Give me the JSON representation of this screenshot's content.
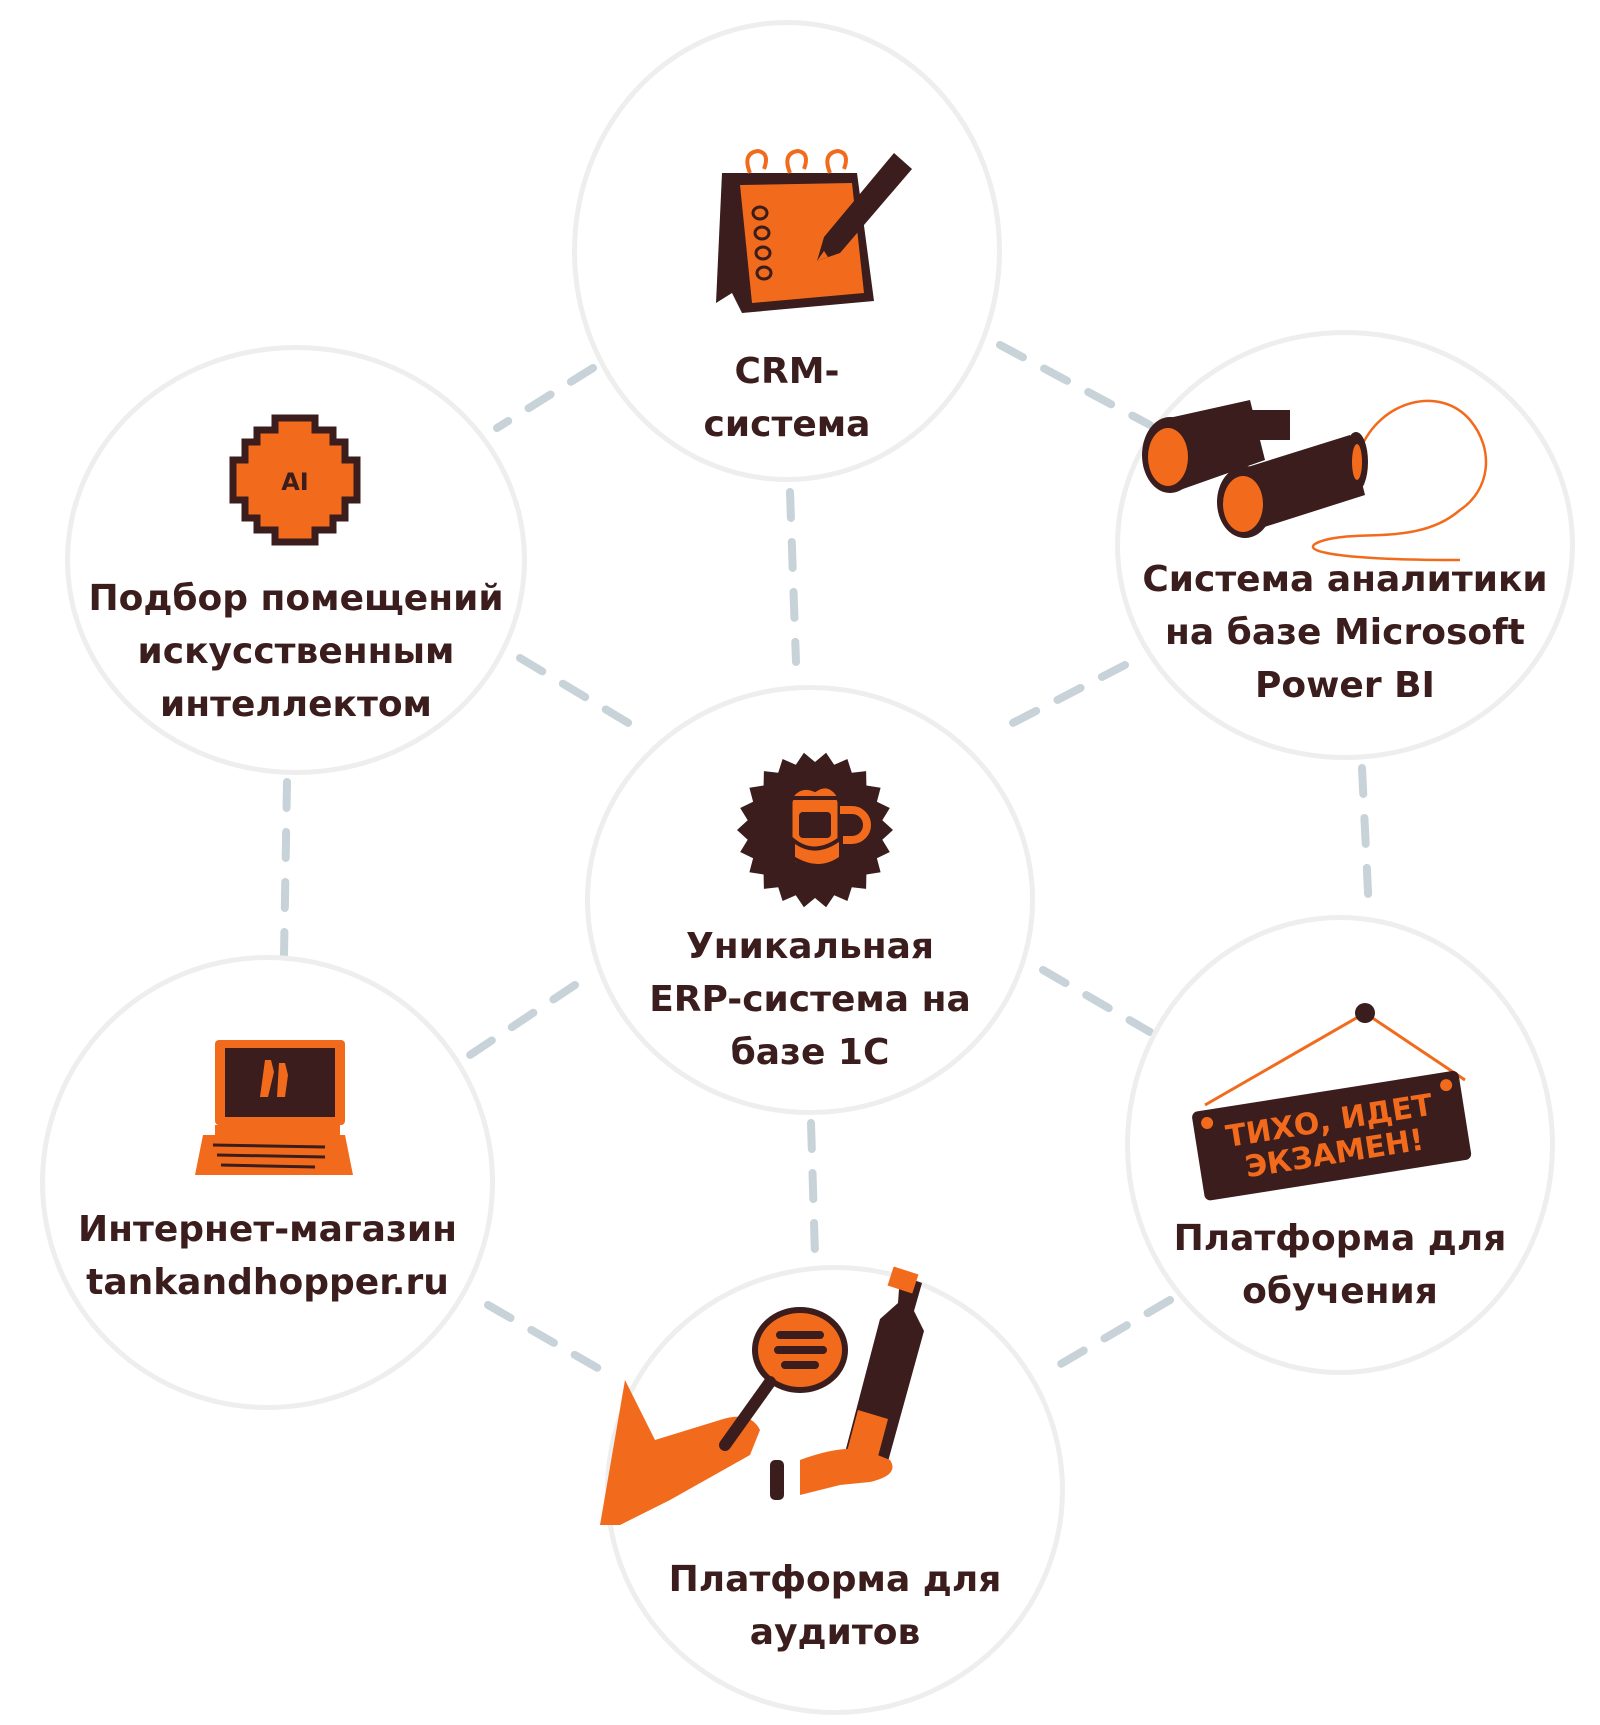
{
  "colors": {
    "accent": "#f26b1d",
    "dark": "#3a1d1c",
    "connector": "#c7d2d9",
    "circle_border": "#eeeeee",
    "background": "#ffffff"
  },
  "nodes": {
    "crm": {
      "icon": "notepad-with-pen-icon",
      "label_lines": [
        "CRM-",
        "система"
      ]
    },
    "ai": {
      "icon": "ai-chip-icon",
      "icon_text": "AI",
      "label_lines": [
        "Подбор помещений",
        "искусственным",
        "интеллектом"
      ]
    },
    "analytics": {
      "icon": "binoculars-icon",
      "label_lines": [
        "Система аналитики",
        "на базе Microsoft",
        "Power BI"
      ]
    },
    "erp": {
      "icon": "beer-mug-badge-icon",
      "label_lines": [
        "Уникальная",
        "ERP-система на",
        "базе 1С"
      ]
    },
    "shop": {
      "icon": "laptop-icon",
      "label_lines": [
        "Интернет-магазин",
        "tankandhopper.ru"
      ]
    },
    "training": {
      "icon": "hanging-sign-icon",
      "sign_lines": [
        "ТИХО, ИДЕТ",
        "ЭКЗАМЕН!"
      ],
      "label_lines": [
        "Платформа для",
        "обучения"
      ]
    },
    "audit": {
      "icon": "magnifier-and-bottle-icon",
      "label_lines": [
        "Платформа для",
        "аудитов"
      ]
    }
  }
}
